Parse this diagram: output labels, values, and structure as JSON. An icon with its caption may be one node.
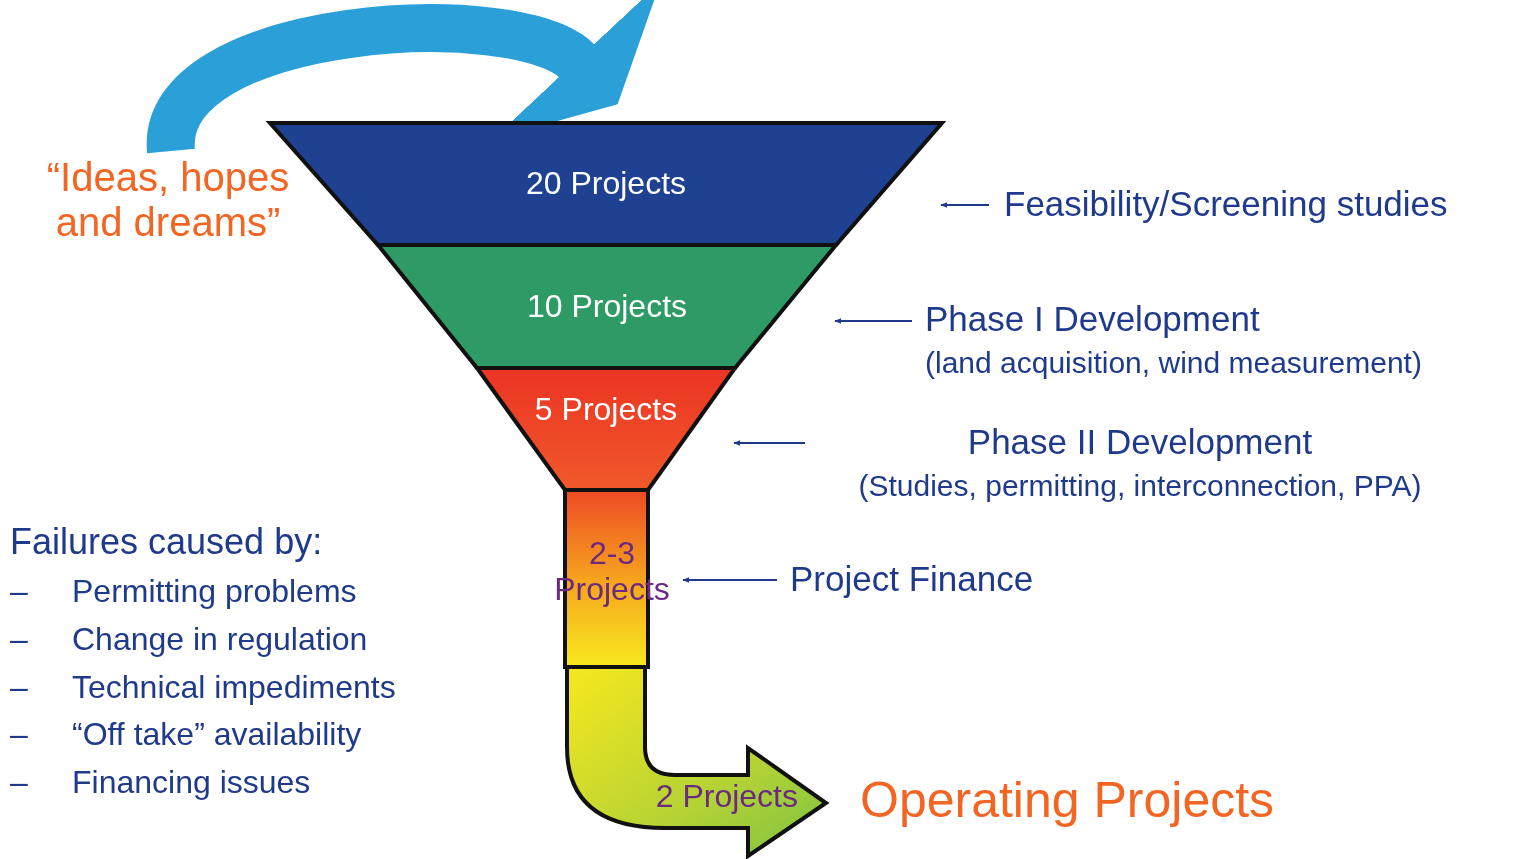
{
  "diagram": {
    "nodes": [
      {
        "text": [
          "“Ideas, hopes and dreams”"
        ]
      },
      {
        "text": [
          "20 Projects"
        ]
      },
      {
        "text": [
          "10 Projects"
        ]
      },
      {
        "text": [
          "5 Projects"
        ]
      },
      {
        "text": [
          "2-3 Projects"
        ]
      },
      {
        "text": [
          "2 Projects"
        ]
      },
      {
        "text": [
          "Operating Projects"
        ]
      },
      {
        "text": [
          "Feasibility/Screening studies"
        ]
      },
      {
        "text": [
          "Phase I Development",
          "(land acquisition, wind measurement)"
        ]
      },
      {
        "text": [
          "Phase II Development",
          "(Studies, permitting, interconnection, PPA)"
        ]
      },
      {
        "text": [
          "Project Finance"
        ]
      }
    ],
    "edges": [
      {
        "from": 0,
        "to": 1,
        "arrow": "to",
        "style": "thick",
        "color": "#2a9fd8"
      },
      {
        "from": 7,
        "to": 1,
        "arrow": "to"
      },
      {
        "from": 8,
        "to": 2,
        "arrow": "to"
      },
      {
        "from": 9,
        "to": 3,
        "arrow": "to"
      },
      {
        "from": 10,
        "to": 4,
        "arrow": "to"
      }
    ],
    "labels": [
      "Failures caused by:",
      "–",
      "Permitting problems",
      "–",
      "Change in regulation",
      "–",
      "Technical impediments",
      "–",
      "“Off take” availability",
      "–",
      "Financing issues"
    ]
  }
}
